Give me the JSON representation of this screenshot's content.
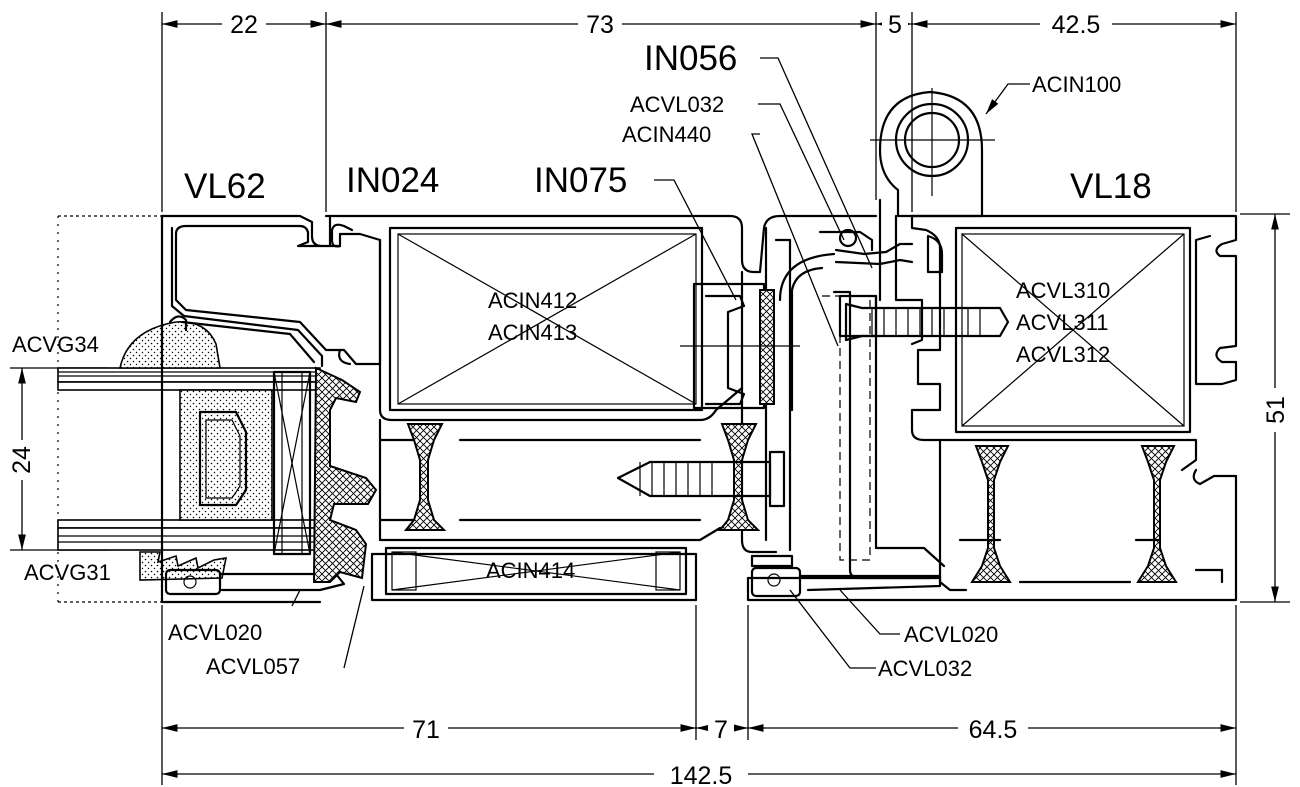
{
  "profiles": {
    "vl62": "VL62",
    "in024": "IN024",
    "in075": "IN075",
    "in056": "IN056",
    "vl18": "VL18"
  },
  "parts": {
    "acin100": "ACIN100",
    "acvl032_top": "ACVL032",
    "acin440": "ACIN440",
    "acvg34": "ACVG34",
    "acvg31": "ACVG31",
    "acin412": "ACIN412",
    "acin413": "ACIN413",
    "acvl310": "ACVL310",
    "acvl311": "ACVL311",
    "acvl312": "ACVL312",
    "acin414": "ACIN414",
    "acvl020_left": "ACVL020",
    "acvl057": "ACVL057",
    "acvl020_right": "ACVL020",
    "acvl032_bottom": "ACVL032"
  },
  "dimensions": {
    "top_22": "22",
    "top_73": "73",
    "top_5": "5",
    "top_42_5": "42.5",
    "left_24": "24",
    "right_51": "51",
    "bottom_71": "71",
    "bottom_7": "7",
    "bottom_64_5": "64.5",
    "overall": "142.5"
  }
}
